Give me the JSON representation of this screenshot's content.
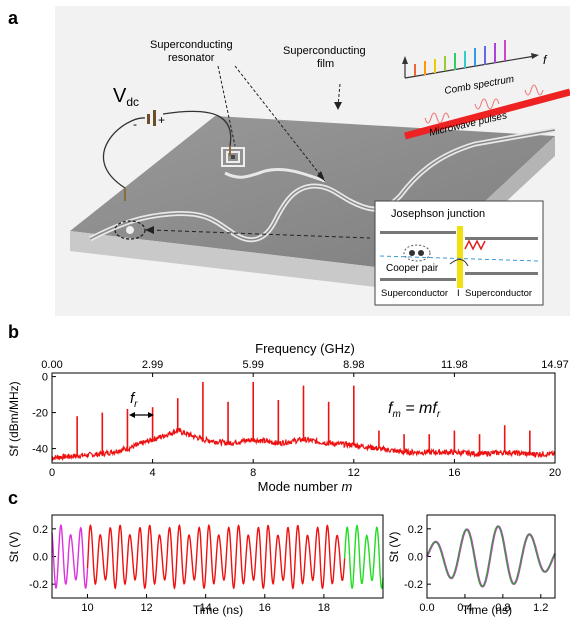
{
  "panel_a": {
    "label": "a",
    "vdc": "V",
    "vdc_sub": "dc",
    "minus": "-",
    "plus": "+",
    "callout_resonator": "Superconducting\nresonator",
    "callout_film": "Superconducting\nfilm",
    "comb_label": "Comb spectrum",
    "comb_f": "f",
    "pulses_label": "Microwave pulses",
    "inset": {
      "title": "Josephson junction",
      "cooper": "Cooper pair",
      "left": "Superconductor",
      "right": "Superconductor",
      "divider": "I"
    },
    "colors": {
      "background": "#f2f2f2",
      "chip": "#8f8f8f",
      "chip_side": "#c9c9c9",
      "trace": "#e8e8e8",
      "beam": "#ee2222"
    }
  },
  "panel_b": {
    "label": "b",
    "annotation_fr": "f",
    "annotation_fr_sub": "r",
    "formula_left": "f",
    "formula_left_sub": "m",
    "formula_eq": " = m",
    "formula_right": "f",
    "formula_right_sub": "r",
    "chart_data": {
      "type": "line",
      "top_axis_label": "Frequency (GHz)",
      "top_ticks": [
        "0.00",
        "2.99",
        "5.99",
        "8.98",
        "11.98",
        "14.97"
      ],
      "xlabel": "Mode number",
      "xlabel_var": "m",
      "ylabel": "Sf (dBm/MHz)",
      "xlim": [
        0,
        20
      ],
      "ylim": [
        -48,
        2
      ],
      "x_ticks": [
        0,
        4,
        8,
        12,
        16,
        20
      ],
      "y_ticks": [
        0,
        -20,
        -40
      ],
      "color": "#ee1111",
      "peaks": [
        {
          "m": 1,
          "value": -22
        },
        {
          "m": 2,
          "value": -20
        },
        {
          "m": 3,
          "value": -18
        },
        {
          "m": 4,
          "value": -17
        },
        {
          "m": 5,
          "value": -12
        },
        {
          "m": 6,
          "value": -3
        },
        {
          "m": 7,
          "value": -14
        },
        {
          "m": 8,
          "value": -3
        },
        {
          "m": 9,
          "value": -13
        },
        {
          "m": 10,
          "value": -5
        },
        {
          "m": 11,
          "value": -14
        },
        {
          "m": 12,
          "value": -5
        },
        {
          "m": 13,
          "value": -30
        },
        {
          "m": 14,
          "value": -32
        },
        {
          "m": 15,
          "value": -32
        },
        {
          "m": 16,
          "value": -30
        },
        {
          "m": 17,
          "value": -32
        },
        {
          "m": 18,
          "value": -27
        },
        {
          "m": 19,
          "value": -30
        }
      ],
      "baseline": [
        {
          "m": 0,
          "value": -45
        },
        {
          "m": 1,
          "value": -44
        },
        {
          "m": 2,
          "value": -43
        },
        {
          "m": 3,
          "value": -40
        },
        {
          "m": 4,
          "value": -35
        },
        {
          "m": 5,
          "value": -30
        },
        {
          "m": 6,
          "value": -35
        },
        {
          "m": 7,
          "value": -37
        },
        {
          "m": 8,
          "value": -35
        },
        {
          "m": 9,
          "value": -37
        },
        {
          "m": 10,
          "value": -35
        },
        {
          "m": 11,
          "value": -37
        },
        {
          "m": 12,
          "value": -38
        },
        {
          "m": 13,
          "value": -40
        },
        {
          "m": 14,
          "value": -42
        },
        {
          "m": 15,
          "value": -42
        },
        {
          "m": 16,
          "value": -42
        },
        {
          "m": 17,
          "value": -43
        },
        {
          "m": 18,
          "value": -42
        },
        {
          "m": 19,
          "value": -43
        },
        {
          "m": 20,
          "value": -43
        }
      ]
    }
  },
  "panel_c": {
    "label": "c",
    "chart_data": [
      {
        "type": "line",
        "xlabel": "Time (ns)",
        "ylabel": "St (V)",
        "xlim": [
          8.8,
          20.0
        ],
        "ylim": [
          -0.3,
          0.3
        ],
        "x_ticks": [
          10,
          12,
          14,
          16,
          18
        ],
        "y_ticks": [
          0.2,
          0.0,
          -0.2
        ],
        "segments": [
          {
            "color": "#dd33dd",
            "x_start": 8.8,
            "x_end": 10.0
          },
          {
            "color": "#ee1111",
            "x_start": 10.0,
            "x_end": 18.7
          },
          {
            "color": "#22dd22",
            "x_start": 18.7,
            "x_end": 20.0
          }
        ],
        "carrier_period_ns": 0.334,
        "envelope_period_ns": 1.0,
        "amplitude": 0.23
      },
      {
        "type": "line",
        "xlabel": "Time (ns)",
        "ylabel": "St (V)",
        "xlim": [
          0.0,
          1.35
        ],
        "ylim": [
          -0.3,
          0.3
        ],
        "x_ticks": [
          0.0,
          0.4,
          0.8,
          1.2
        ],
        "y_ticks": [
          0.2,
          0.0,
          -0.2
        ],
        "series": [
          {
            "color": "#dd33dd"
          },
          {
            "color": "#22aa22"
          }
        ],
        "carrier_period_ns": 0.334,
        "amplitude": 0.22
      }
    ]
  }
}
